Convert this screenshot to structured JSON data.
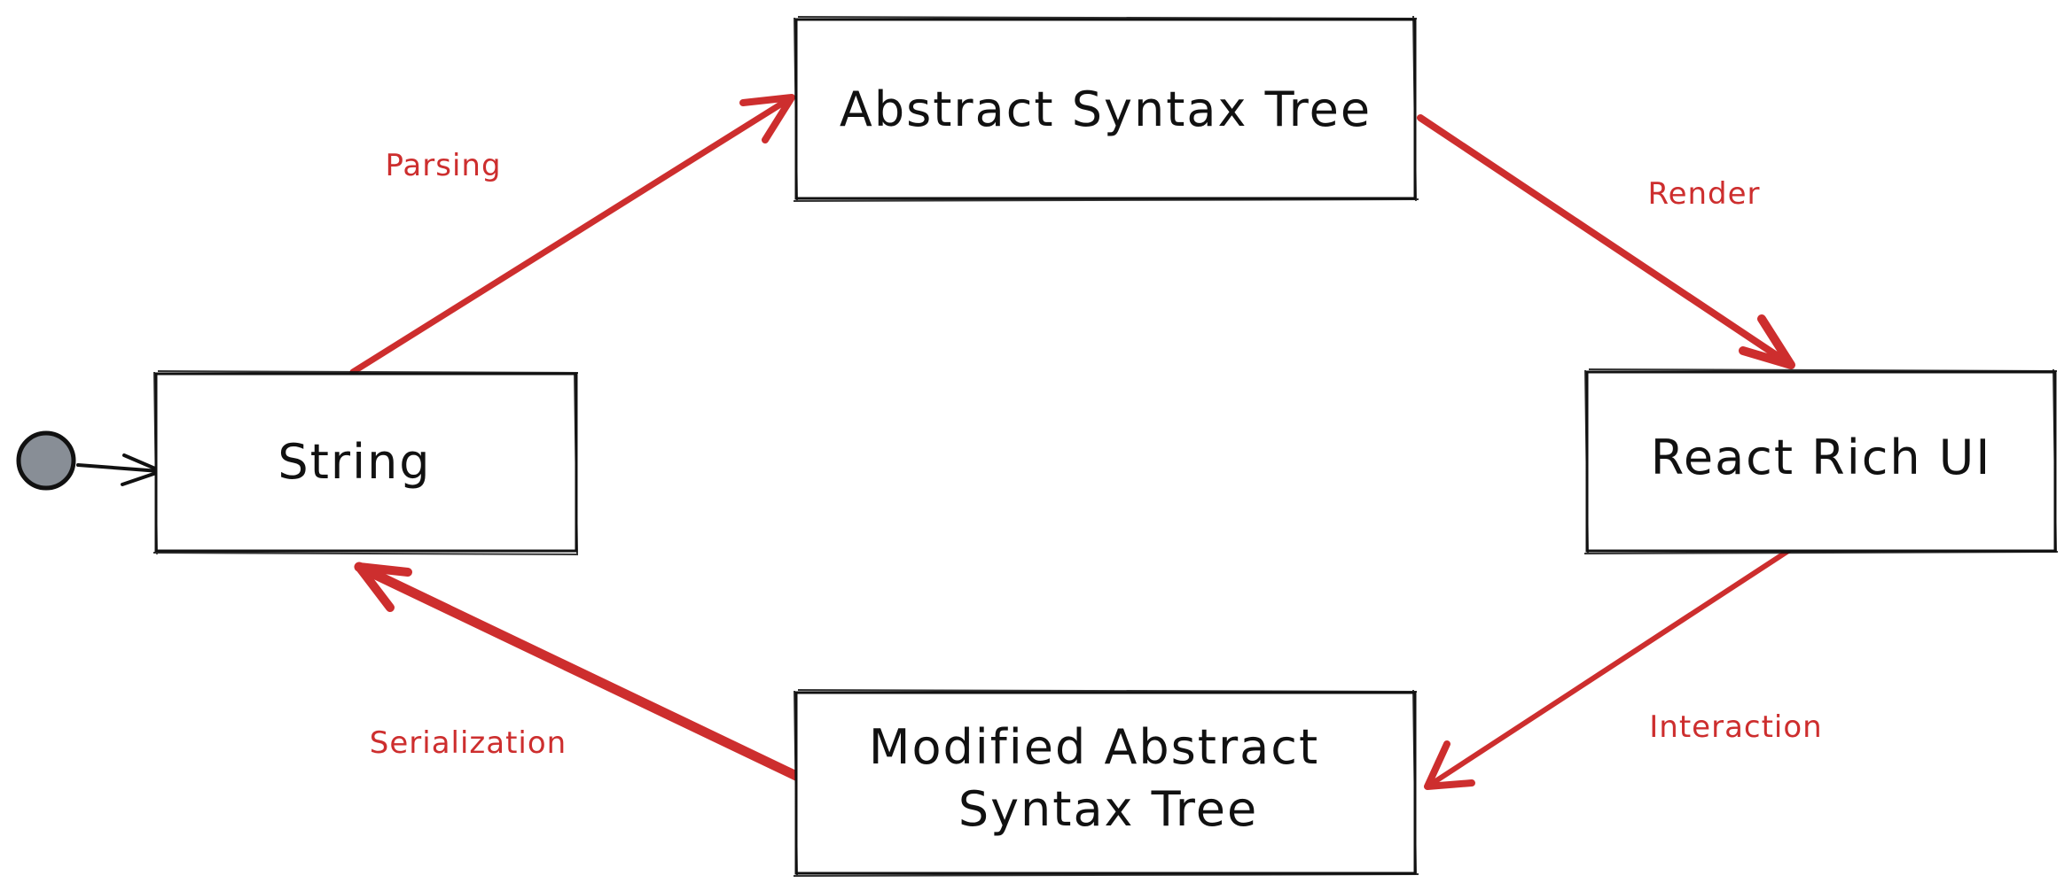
{
  "colors": {
    "edge": "#cd2e2e",
    "ink": "#111111",
    "start_dot": "#888e96",
    "background": "#ffffff"
  },
  "nodes": {
    "string": {
      "label": "String"
    },
    "ast": {
      "label": "Abstract Syntax Tree"
    },
    "react_ui": {
      "label": "React Rich UI"
    },
    "modified_ast": {
      "line1": "Modified Abstract",
      "line2": "Syntax Tree"
    }
  },
  "edges": {
    "parsing": {
      "label": "Parsing"
    },
    "render": {
      "label": "Render"
    },
    "interaction": {
      "label": "Interaction"
    },
    "serialization": {
      "label": "Serialization"
    }
  }
}
